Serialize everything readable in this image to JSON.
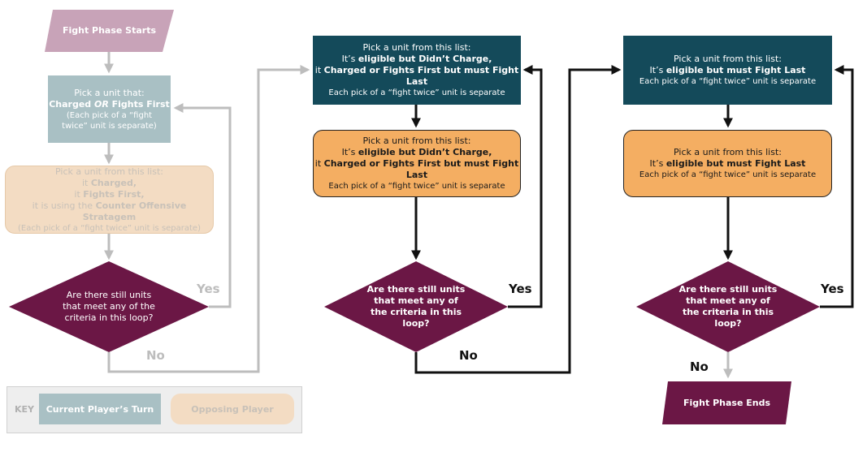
{
  "colors": {
    "pink_faded": "#c8a3b8",
    "teal_faded": "#a9c0c4",
    "peach_faded": "#f3dcc3",
    "teal_dark": "#144a5a",
    "orange": "#f4ae62",
    "maroon": "#6b1745",
    "gray_arrow": "#bdbdbd",
    "black_arrow": "#111111",
    "key_bg": "#eeeeee"
  },
  "nodes": {
    "start": {
      "text": "Fight Phase Starts"
    },
    "cur_pick_1": {
      "line1": "Pick a unit that:",
      "line2_a": "Charged ",
      "line2_b": "OR",
      "line2_c": " Fights First",
      "line3": "(Each pick of a “fight",
      "line4": "twice” unit is separate)"
    },
    "opp_pick_1": {
      "line1": "Pick a unit from this list:",
      "line2_a": "it ",
      "line2_b": "Charged,",
      "line3_a": "it ",
      "line3_b": "Fights First,",
      "line4_a": "it is using the ",
      "line4_b": "Counter Offensive Stratagem",
      "line5": "(Each pick of a “fight twice” unit is separate)"
    },
    "decision_1": {
      "line1": "Are there still units",
      "line2": "that meet any of the",
      "line3": "criteria in this loop?"
    },
    "cur_pick_2": {
      "line1": "Pick a unit from this list:",
      "line2_a": "It’s ",
      "line2_b": "eligible but Didn’t Charge,",
      "line3_a": "it ",
      "line3_b": "Charged or Fights First but must Fight Last",
      "line4": "Each pick of a “fight twice” unit is separate"
    },
    "opp_pick_2": {
      "line1": "Pick a unit from this list:",
      "line2_a": "It’s ",
      "line2_b": "eligible but Didn’t Charge,",
      "line3_a": "it ",
      "line3_b": "Charged or Fights First but must Fight Last",
      "line4": "Each pick of a “fight twice” unit is separate"
    },
    "decision_2": {
      "line1": "Are there still units",
      "line2": "that meet any of",
      "line3": "the criteria in this",
      "line4": "loop?"
    },
    "cur_pick_3": {
      "line1": "Pick a unit from this list:",
      "line2_a": "It’s ",
      "line2_b": "eligible but must Fight Last",
      "line3": "Each pick of a “fight twice” unit is separate"
    },
    "opp_pick_3": {
      "line1": "Pick a unit from this list:",
      "line2_a": "It’s ",
      "line2_b": "eligible but must Fight Last",
      "line3": "Each pick of a “fight twice” unit is separate"
    },
    "decision_3": {
      "line1": "Are there still units",
      "line2": "that meet any of",
      "line3": "the criteria in this",
      "line4": "loop?"
    },
    "end": {
      "text": "Fight Phase Ends"
    }
  },
  "edge_labels": {
    "yes": "Yes",
    "no": "No"
  },
  "key": {
    "title": "KEY",
    "current": "Current Player’s Turn",
    "opposing": "Opposing Player"
  }
}
